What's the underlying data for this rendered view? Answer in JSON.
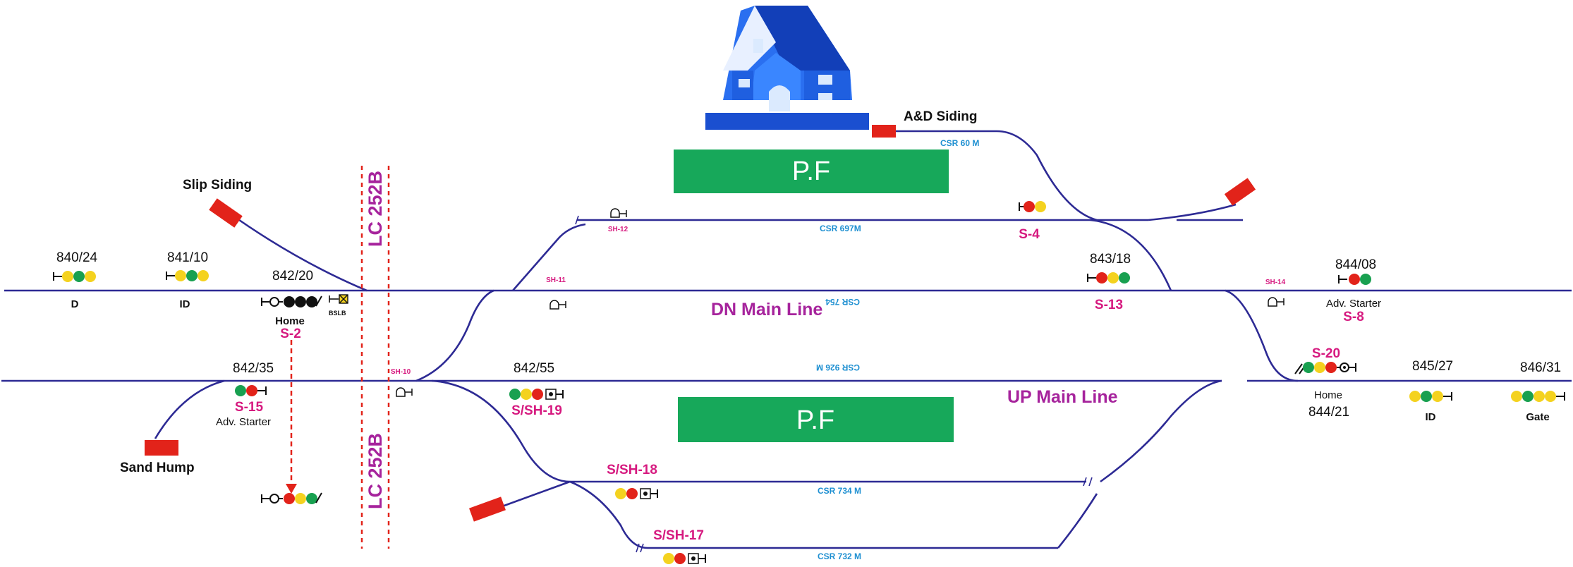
{
  "colors": {
    "track": "#2d2a94",
    "platform": "#17a85a",
    "buffer": "#e2231a",
    "signal_red": "#e2231a",
    "signal_yellow": "#f4d21f",
    "signal_green": "#18a050",
    "signal_black": "#111111",
    "label_magenta": "#a6239c",
    "signal_pink": "#d6197f",
    "csr_blue": "#1d8fd1",
    "building_blue": "#1a4fd0"
  },
  "platforms": {
    "top": "P.F",
    "bottom": "P.F"
  },
  "lines": {
    "dn_main": "DN Main Line",
    "up_main": "UP Main Line"
  },
  "sidings": {
    "slip": "Slip Siding",
    "sand_hump": "Sand Hump",
    "ad": "A&D Siding"
  },
  "level_crossing": {
    "top": "LC 252B",
    "bottom": "LC 252B"
  },
  "csr": {
    "ad": "CSR 60 M",
    "loop_top": "CSR 697M",
    "dn": "CSR 754",
    "up": "CSR 926 M",
    "loop_734": "CSR 734 M",
    "loop_732": "CSR 732 M"
  },
  "km_posts": {
    "k840": "840/24",
    "k841": "841/10",
    "k842_20": "842/20",
    "k842_35": "842/35",
    "k842_55": "842/55",
    "k843": "843/18",
    "k844_08": "844/08",
    "k844_21": "844/21",
    "k845": "845/27",
    "k846": "846/31"
  },
  "signal_names": {
    "s2": "S-2",
    "s15": "S-15",
    "s19": "S/SH-19",
    "s18": "S/SH-18",
    "s17": "S/SH-17",
    "s4": "S-4",
    "s13": "S-13",
    "s8": "S-8",
    "s20": "S-20",
    "sh10": "SH-10",
    "sh11": "SH-11",
    "sh12": "SH-12",
    "sh14": "SH-14"
  },
  "signal_roles": {
    "d": "D",
    "id_left": "ID",
    "home_left": "Home",
    "adv_starter_left": "Adv. Starter",
    "adv_starter_right": "Adv. Starter",
    "home_right": "Home",
    "id_right": "ID",
    "gate": "Gate"
  },
  "boards": {
    "bslb": "BSLB"
  }
}
